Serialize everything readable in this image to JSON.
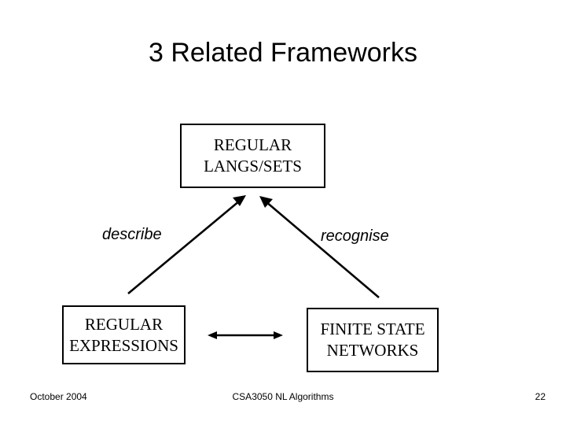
{
  "slide": {
    "title": "3 Related Frameworks",
    "background_color": "#ffffff",
    "ink_color": "#000000"
  },
  "diagram": {
    "type": "node-arrow-diagram",
    "nodes": [
      {
        "id": "regular-langs",
        "label_line1": "REGULAR",
        "label_line2": "LANGS/SETS",
        "position": "top-center"
      },
      {
        "id": "regular-expressions",
        "label_line1": "REGULAR",
        "label_line2": "EXPRESSIONS",
        "position": "bottom-left"
      },
      {
        "id": "finite-state",
        "label_line1": "FINITE STATE",
        "label_line2": "NETWORKS",
        "position": "bottom-right"
      }
    ],
    "edge_labels": {
      "describe": "describe",
      "recognise": "recognise"
    },
    "arrows": [
      {
        "id": "arrow-describe",
        "from": "regular-expressions",
        "to": "regular-langs",
        "heads": "end"
      },
      {
        "id": "arrow-recognise",
        "from": "finite-state",
        "to": "regular-langs",
        "heads": "end"
      },
      {
        "id": "arrow-equivalence",
        "from": "regular-expressions",
        "to": "finite-state",
        "heads": "both"
      }
    ]
  },
  "footer": {
    "date": "October 2004",
    "course": "CSA3050 NL Algorithms",
    "page_number": "22"
  }
}
